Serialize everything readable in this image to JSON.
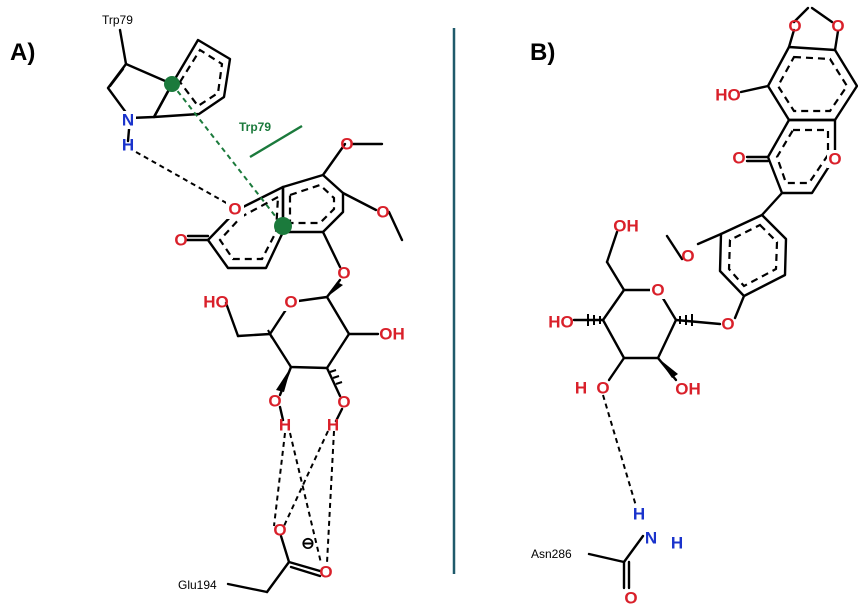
{
  "panels": {
    "a_label": "A)",
    "b_label": "B)"
  },
  "residues": {
    "trp79": "Trp79",
    "trp79_pi": "Trp79",
    "glu194": "Glu194",
    "asn286": "Asn286"
  },
  "atoms": {
    "n": "N",
    "h": "H",
    "o": "O",
    "ho": "HO",
    "oh": "OH",
    "charge_minus": "⊖"
  },
  "colors": {
    "oxygen": "#d9202a",
    "nitrogen": "#1a33cc",
    "pi_interaction": "#1b7a3c",
    "divider": "#1f5a6b"
  }
}
